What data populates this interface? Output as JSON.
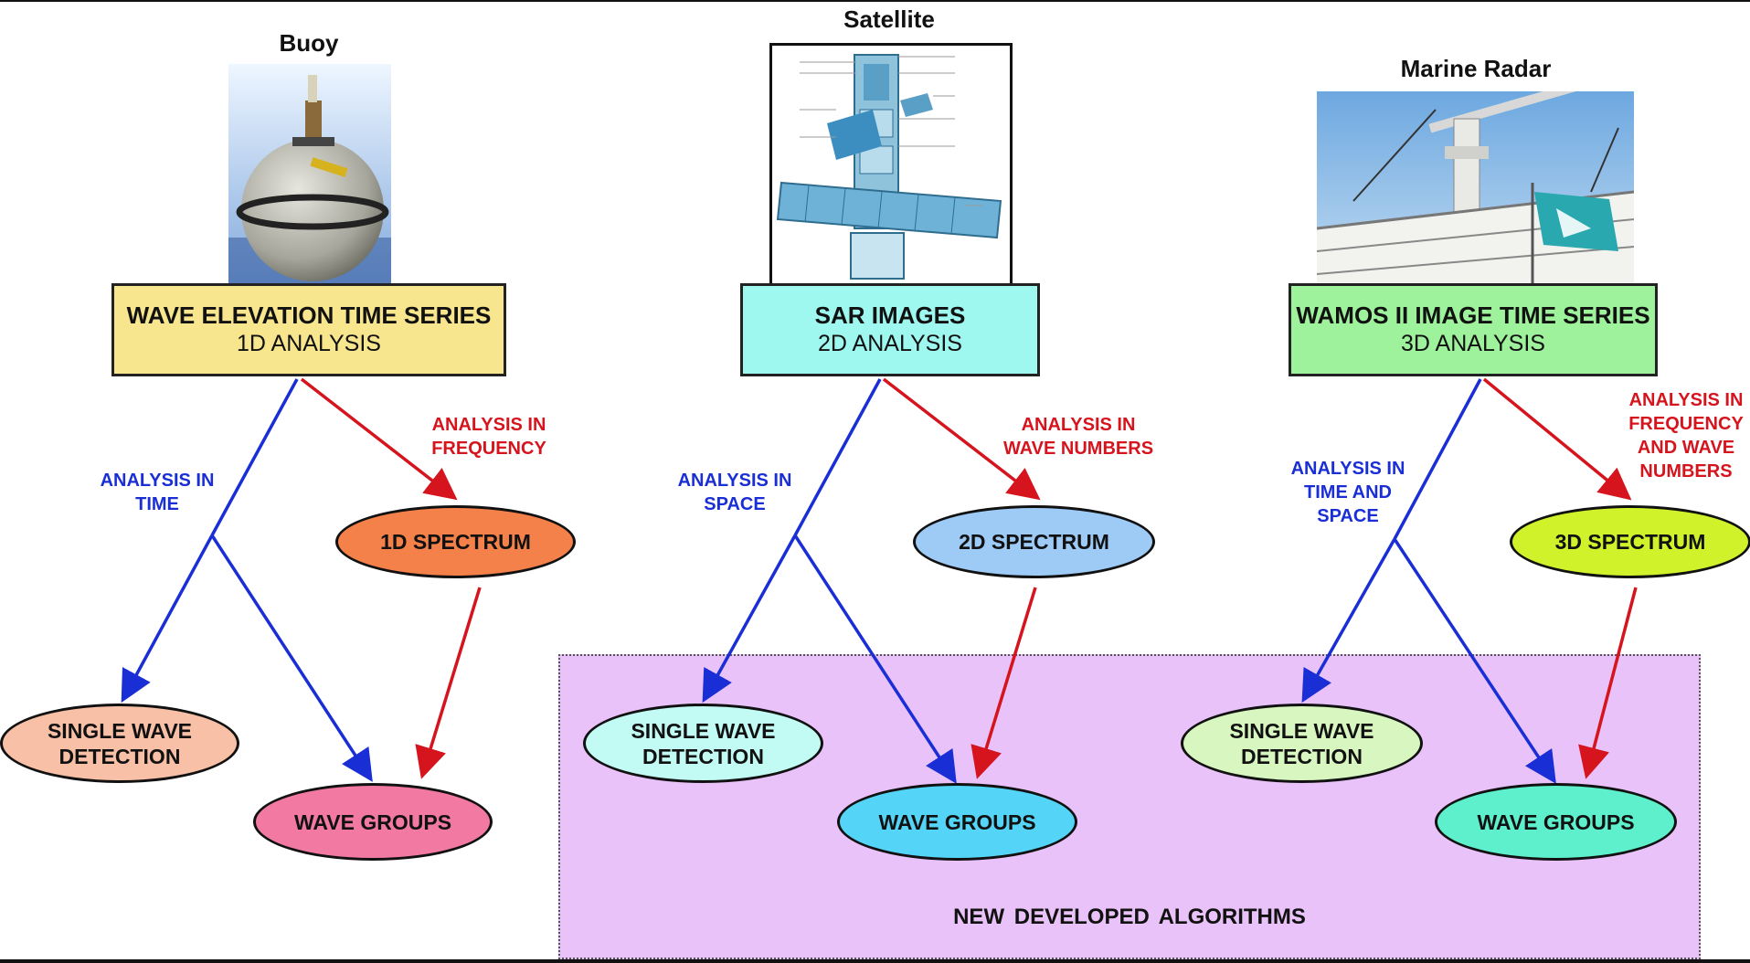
{
  "sources": [
    {
      "title": "Buoy",
      "image": "buoy-photo",
      "box": {
        "line1": "WAVE ELEVATION TIME SERIES",
        "line2": "1D ANALYSIS",
        "color": "#f8e68e"
      },
      "spectrum": {
        "label": "1D SPECTRUM",
        "color": "#f4804a"
      },
      "blue_branch": [
        "ANALYSIS IN",
        "TIME"
      ],
      "red_branch": [
        "ANALYSIS IN",
        "FREQUENCY"
      ],
      "single_wave": {
        "line1": "SINGLE WAVE",
        "line2": "DETECTION",
        "color": "#f8c0a6"
      },
      "wave_groups": {
        "label": "WAVE GROUPS",
        "color": "#f27aa2"
      }
    },
    {
      "title": "Satellite",
      "image": "satellite-diagram",
      "box": {
        "line1": "SAR IMAGES",
        "line2": "2D ANALYSIS",
        "color": "#9ff8f0"
      },
      "spectrum": {
        "label": "2D SPECTRUM",
        "color": "#9ecaf6"
      },
      "blue_branch": [
        "ANALYSIS IN",
        "SPACE"
      ],
      "red_branch": [
        "ANALYSIS IN",
        "WAVE NUMBERS"
      ],
      "single_wave": {
        "line1": "SINGLE WAVE",
        "line2": "DETECTION",
        "color": "#c2faf4"
      },
      "wave_groups": {
        "label": "WAVE GROUPS",
        "color": "#54d4f6"
      }
    },
    {
      "title": "Marine Radar",
      "image": "marine-radar-photo",
      "box": {
        "line1": "WAMOS II IMAGE TIME SERIES",
        "line2": "3D ANALYSIS",
        "color": "#9ef29c"
      },
      "spectrum": {
        "label": "3D SPECTRUM",
        "color": "#cff22a"
      },
      "blue_branch": [
        "ANALYSIS IN",
        "TIME AND",
        "SPACE"
      ],
      "red_branch": [
        "ANALYSIS IN",
        "FREQUENCY",
        "AND WAVE",
        "NUMBERS"
      ],
      "single_wave": {
        "line1": "SINGLE WAVE",
        "line2": "DETECTION",
        "color": "#d8f6c0"
      },
      "wave_groups": {
        "label": "WAVE GROUPS",
        "color": "#5ef0cc"
      }
    }
  ],
  "region": {
    "label": "NEW  DEVELOPED  ALGORITHMS",
    "color": "#e8c2f8"
  },
  "colors": {
    "blue_arrow": "#1a2ed6",
    "red_arrow": "#d6141e"
  }
}
